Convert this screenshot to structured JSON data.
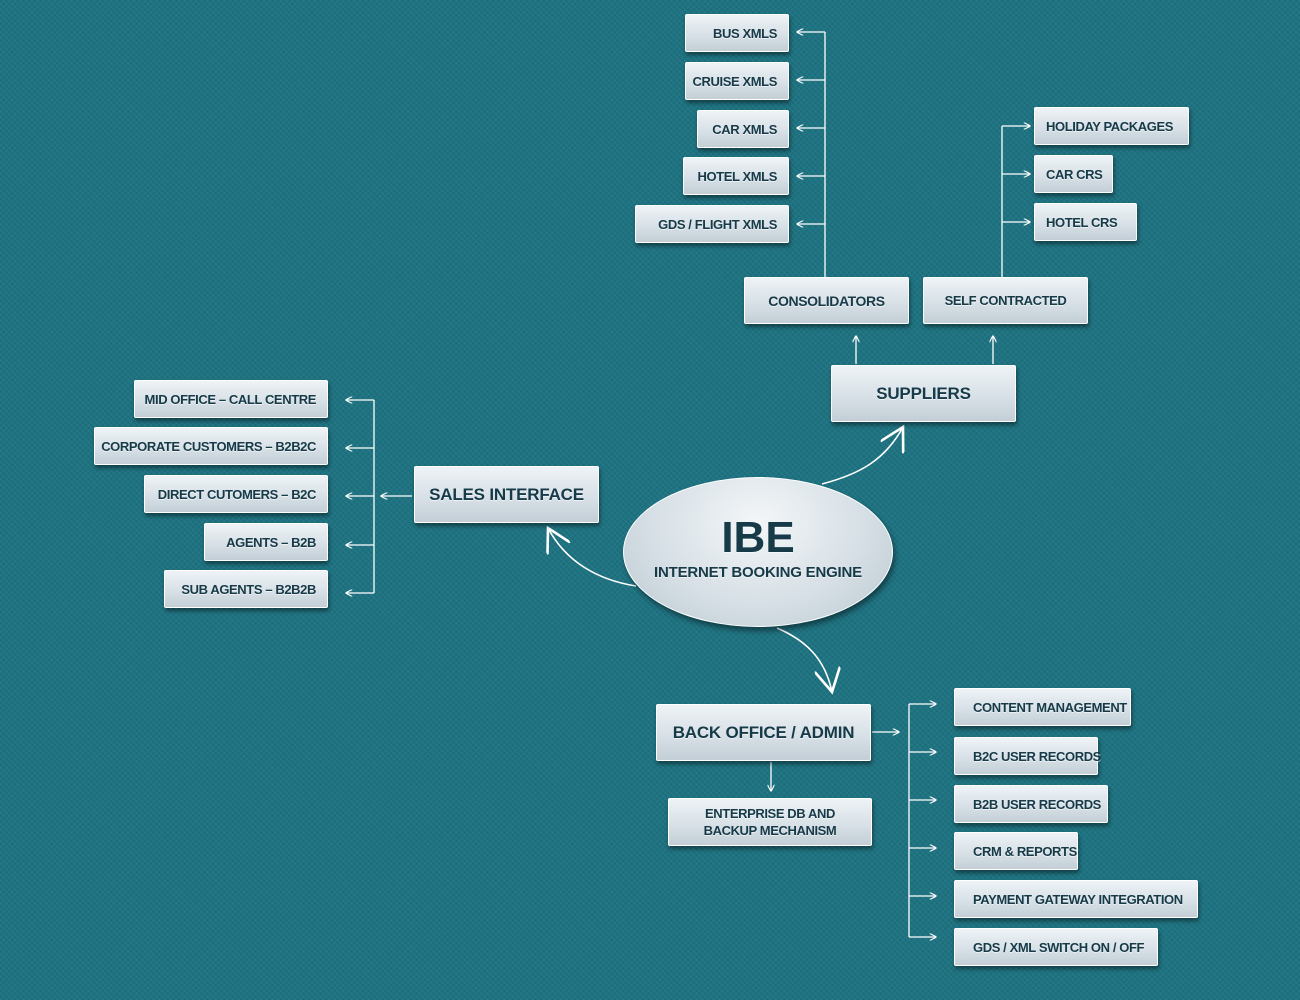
{
  "center": {
    "title": "IBE",
    "subtitle": "INTERNET BOOKING ENGINE"
  },
  "suppliers": {
    "label": "SUPPLIERS",
    "consolidators": {
      "label": "CONSOLIDATORS",
      "items": [
        "BUS XMLS",
        "CRUISE XMLS",
        "CAR XMLS",
        "HOTEL XMLS",
        "GDS / FLIGHT XMLS"
      ]
    },
    "self_contracted": {
      "label": "SELF CONTRACTED",
      "items": [
        "HOLIDAY PACKAGES",
        "CAR CRS",
        "HOTEL CRS"
      ]
    }
  },
  "sales_interface": {
    "label": "SALES INTERFACE",
    "items": [
      "MID OFFICE – CALL CENTRE",
      "CORPORATE CUSTOMERS  – B2B2C",
      "DIRECT CUTOMERS – B2C",
      "AGENTS – B2B",
      "SUB AGENTS – B2B2B"
    ]
  },
  "back_office": {
    "label": "BACK OFFICE / ADMIN",
    "enterprise": "ENTERPRISE DB AND BACKUP MECHANISM",
    "items": [
      "CONTENT MANAGEMENT",
      "B2C USER RECORDS",
      "B2B USER RECORDS",
      "CRM & REPORTS",
      "PAYMENT GATEWAY INTEGRATION",
      "GDS / XML SWITCH ON / OFF"
    ]
  }
}
